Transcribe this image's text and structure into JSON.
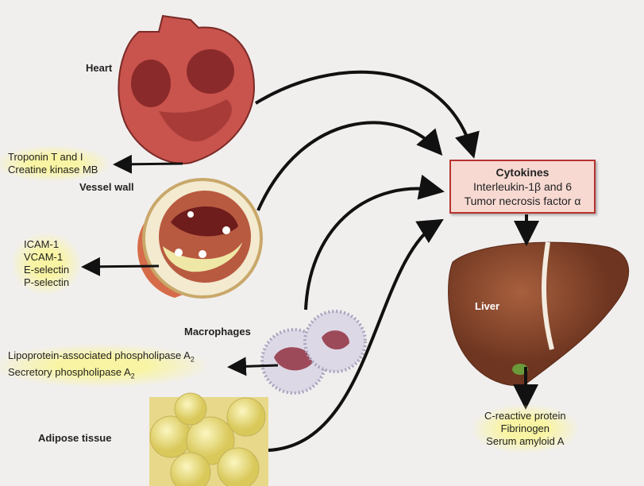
{
  "heart": {
    "label": "Heart",
    "markers": [
      "Troponin T and I",
      "Creatine kinase MB"
    ]
  },
  "vessel": {
    "label": "Vessel wall",
    "markers": [
      "ICAM-1",
      "VCAM-1",
      "E-selectin",
      "P-selectin"
    ]
  },
  "macrophages": {
    "label": "Macrophages",
    "markers": [
      "Lipoprotein-associated phospholipase A",
      "Secretory phospholipase A"
    ],
    "subscript": "2"
  },
  "adipose": {
    "label": "Adipose tissue"
  },
  "cytokines": {
    "title": "Cytokines",
    "lines": [
      "Interleukin-1β and 6",
      "Tumor necrosis factor α"
    ]
  },
  "liver": {
    "label": "Liver",
    "markers": [
      "C-reactive protein",
      "Fibrinogen",
      "Serum amyloid A"
    ]
  },
  "colors": {
    "box_border": "#b5342f",
    "box_fill": "#f7d9d2",
    "liver": "#8a4a2e",
    "arrow": "#111111"
  }
}
